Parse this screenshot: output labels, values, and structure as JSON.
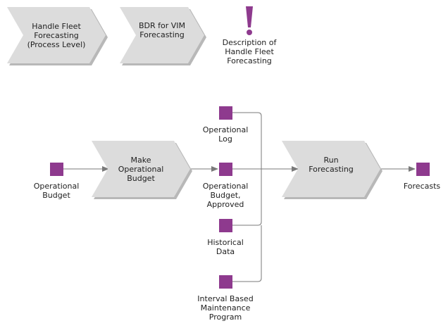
{
  "colors": {
    "object": "#8e3a8e",
    "function_fill": "#dcdcdc",
    "shadow": "#b8b8b8",
    "connector": "#7a7a7a",
    "text": "#1e1e1e"
  },
  "legend": {
    "process": "Handle Fleet\nForecasting\n(Process Level)",
    "bdr": "BDR for VIM\nForecasting",
    "description": "Description of\nHandle Fleet\nForecasting",
    "description_icon": "exclamation-icon"
  },
  "functions": {
    "make_budget": "Make\nOperational\nBudget",
    "run_forecasting": "Run\nForecasting"
  },
  "objects": {
    "operational_budget": "Operational\nBudget",
    "operational_log": "Operational\nLog",
    "budget_approved": "Operational\nBudget,\nApproved",
    "historical_data": "Historical\nData",
    "interval_maintenance": "Interval Based\nMaintenance\nProgram",
    "forecasts": "Forecasts"
  }
}
